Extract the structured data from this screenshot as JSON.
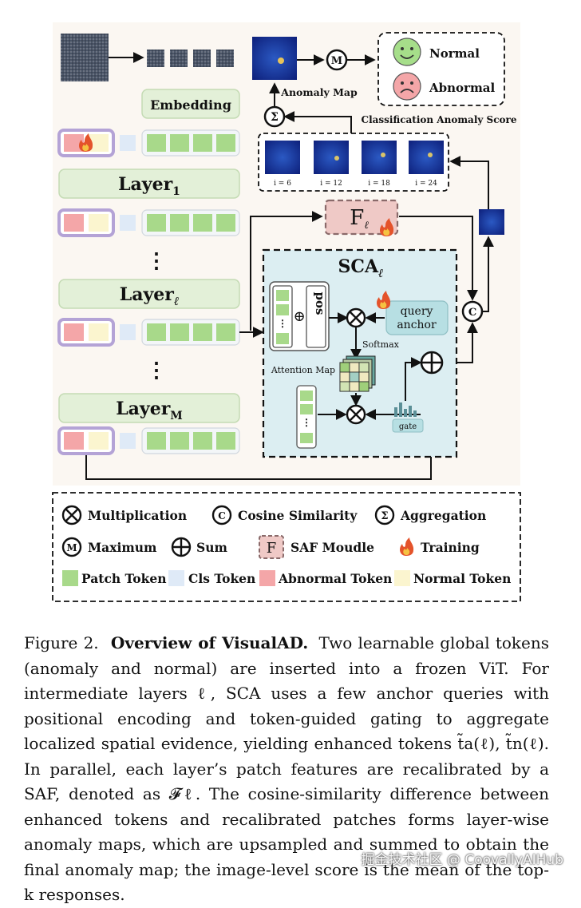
{
  "diagram": {
    "embedding_label": "Embedding",
    "layer_1": {
      "text": "Layer",
      "sub": "1"
    },
    "layer_l": {
      "text": "Layer",
      "sub": "ℓ"
    },
    "layer_m": {
      "text": "Layer",
      "sub": "M"
    },
    "vdots": "⋮",
    "anomaly_map_label": "Anomaly Map",
    "max_symbol": "M",
    "sum_symbol": "Σ",
    "cos_symbol": "C",
    "normal_label": "Normal",
    "abnormal_label": "Abnormal",
    "classification_label": "Classification Anomaly Score",
    "layer_maps": [
      "i = 6",
      "i = 12",
      "i = 18",
      "i = 24"
    ],
    "saf_label": "F",
    "saf_sub": "ℓ",
    "sca_title": "SCA",
    "sca_sub": "ℓ",
    "pos_label": "pos",
    "query_anchor_line1": "query",
    "query_anchor_line2": "anchor",
    "softmax_label": "Softmax",
    "attention_map_label": "Attention Map",
    "gate_label": "gate"
  },
  "legend": {
    "multiplication": "Multiplication",
    "cosine_similarity": "Cosine Similarity",
    "aggregation": "Aggregation",
    "maximum": "Maximum",
    "sum": "Sum",
    "saf_module": "SAF Moudle",
    "training": "Training",
    "patch_token": "Patch Token",
    "cls_token": "Cls Token",
    "abnormal_token": "Abnormal Token",
    "normal_token": "Normal Token",
    "symbols": {
      "cos": "C",
      "sum": "Σ",
      "max": "M",
      "saf": "F"
    }
  },
  "colors": {
    "patch_token": "#a8d98a",
    "cls_token": "#dfeaf7",
    "abnormal_token": "#f4a6a8",
    "normal_token": "#fbf5cf",
    "layer_box": "#e3f0d8",
    "sca_bg": "#dceef2",
    "query_anchor": "#b7dfe3",
    "saf_box": "#efc9c6",
    "background": "#fbf7f2",
    "purple_border": "#b4a3d6"
  },
  "caption": {
    "figure_label": "Figure 2.",
    "title": "Overview of VisualAD.",
    "body": "Two learnable global tokens (anomaly and normal) are inserted into a frozen ViT. For intermediate layers ℓ, SCA uses a few anchor queries with positional encoding and token-guided gating to aggregate localized spatial evidence, yielding enhanced tokens t̃a(ℓ), t̃n(ℓ). In parallel, each layer’s patch features are recalibrated by a SAF, denoted as 𝓕ℓ. The cosine-similarity difference between enhanced tokens and recalibrated patches forms layer-wise anomaly maps, which are upsampled and summed to obtain the final anomaly map; the image-level score is the mean of the top-k responses."
  },
  "watermark": "掘金技术社区 @ CoovallyAIHub"
}
